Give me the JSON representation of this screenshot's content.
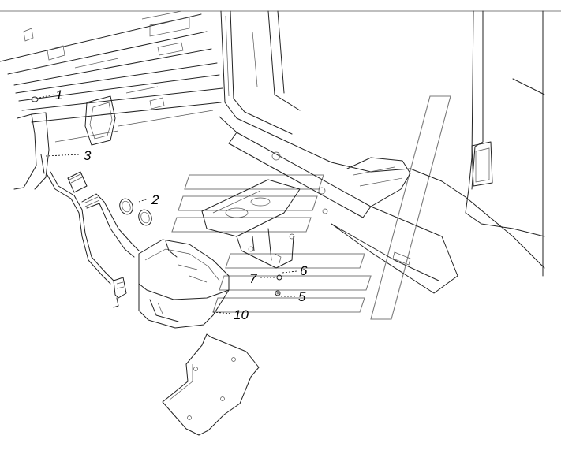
{
  "callouts": [
    {
      "id": "c1",
      "text": "1"
    },
    {
      "id": "c2",
      "text": "2"
    },
    {
      "id": "c3",
      "text": "3"
    },
    {
      "id": "c5",
      "text": "5"
    },
    {
      "id": "c6",
      "text": "6"
    },
    {
      "id": "c7",
      "text": "7"
    },
    {
      "id": "c10",
      "text": "10"
    }
  ],
  "watermark": "logo-watermark"
}
